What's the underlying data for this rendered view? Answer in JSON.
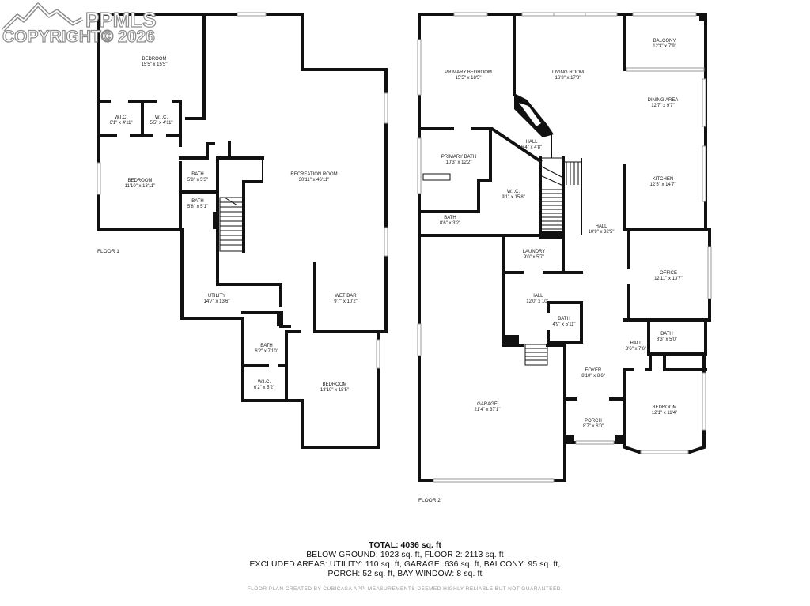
{
  "watermark": {
    "brand": "PPMLS",
    "copyright": "COPYRIGHT© 2026",
    "logo_icon": "mountain-icon"
  },
  "floor1": {
    "label": "FLOOR 1",
    "rooms": [
      {
        "name": "BEDROOM",
        "dims": "15'5\" x 15'5\""
      },
      {
        "name": "W.I.C.",
        "dims": "6'1\" x 4'11\""
      },
      {
        "name": "W.I.C.",
        "dims": "5'5\" x 4'11\""
      },
      {
        "name": "BEDROOM",
        "dims": "11'10\" x 13'11\""
      },
      {
        "name": "BATH",
        "dims": "5'8\" x 5'3\""
      },
      {
        "name": "BATH",
        "dims": "5'8\" x 5'1\""
      },
      {
        "name": "RECREATION ROOM",
        "dims": "30'11\" x 46'11\""
      },
      {
        "name": "UTILITY",
        "dims": "14'7\" x 13'6\""
      },
      {
        "name": "WET BAR",
        "dims": "9'7\" x 10'2\""
      },
      {
        "name": "BATH",
        "dims": "6'2\" x 7'10\""
      },
      {
        "name": "W.I.C.",
        "dims": "6'2\" x 5'2\""
      },
      {
        "name": "BEDROOM",
        "dims": "13'10\" x 18'5\""
      }
    ]
  },
  "floor2": {
    "label": "FLOOR 2",
    "rooms": [
      {
        "name": "BALCONY",
        "dims": "12'3\" x 7'9\""
      },
      {
        "name": "PRIMARY BEDROOM",
        "dims": "15'5\" x 18'5\""
      },
      {
        "name": "LIVING ROOM",
        "dims": "16'3\" x 17'8\""
      },
      {
        "name": "DINING AREA",
        "dims": "12'7\" x 9'7\""
      },
      {
        "name": "HALL",
        "dims": "6'4\" x 4'8\""
      },
      {
        "name": "PRIMARY BATH",
        "dims": "10'3\" x 12'2\""
      },
      {
        "name": "KITCHEN",
        "dims": "12'5\" x 14'7\""
      },
      {
        "name": "W.I.C.",
        "dims": "9'1\" x 15'8\""
      },
      {
        "name": "BATH",
        "dims": "8'6\" x 3'2\""
      },
      {
        "name": "HALL",
        "dims": "10'9\" x 32'5\""
      },
      {
        "name": "LAUNDRY",
        "dims": "9'0\" x 5'7\""
      },
      {
        "name": "OFFICE",
        "dims": "12'11\" x 13'7\""
      },
      {
        "name": "HALL",
        "dims": "12'0\" x 10'"
      },
      {
        "name": "BATH",
        "dims": "4'9\" x 5'11\""
      },
      {
        "name": "BATH",
        "dims": "8'3\" x 5'0\""
      },
      {
        "name": "HALL",
        "dims": "3'6\" x 7'6\""
      },
      {
        "name": "FOYER",
        "dims": "8'10\" x 8'6\""
      },
      {
        "name": "GARAGE",
        "dims": "21'4\" x 37'1\""
      },
      {
        "name": "BEDROOM",
        "dims": "12'1\" x 11'4\""
      },
      {
        "name": "PORCH",
        "dims": "8'7\" x 6'0\""
      }
    ]
  },
  "summary": {
    "total": "TOTAL: 4036 sq. ft",
    "lines": [
      "BELOW GROUND: 1923 sq. ft, FLOOR 2: 2113 sq. ft",
      "EXCLUDED AREAS: UTILITY: 110 sq. ft, GARAGE: 636 sq. ft, BALCONY: 95 sq. ft,",
      "PORCH: 52 sq. ft, BAY WINDOW: 8 sq. ft"
    ],
    "disclaimer": "FLOOR PLAN CREATED BY CUBICASA APP. MEASUREMENTS DEEMED HIGHLY RELIABLE BUT NOT GUARANTEED."
  }
}
